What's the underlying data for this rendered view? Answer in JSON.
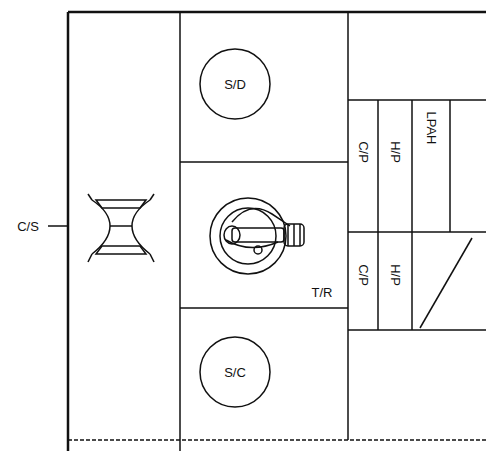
{
  "diagram": {
    "nodes": [
      {
        "text": [
          "S/D"
        ]
      },
      {
        "text": [
          "S/C"
        ]
      }
    ],
    "labels": [
      "C/S",
      "T/R",
      "C/P",
      "H/P",
      "LPAH",
      "C/P",
      "H/P"
    ]
  }
}
